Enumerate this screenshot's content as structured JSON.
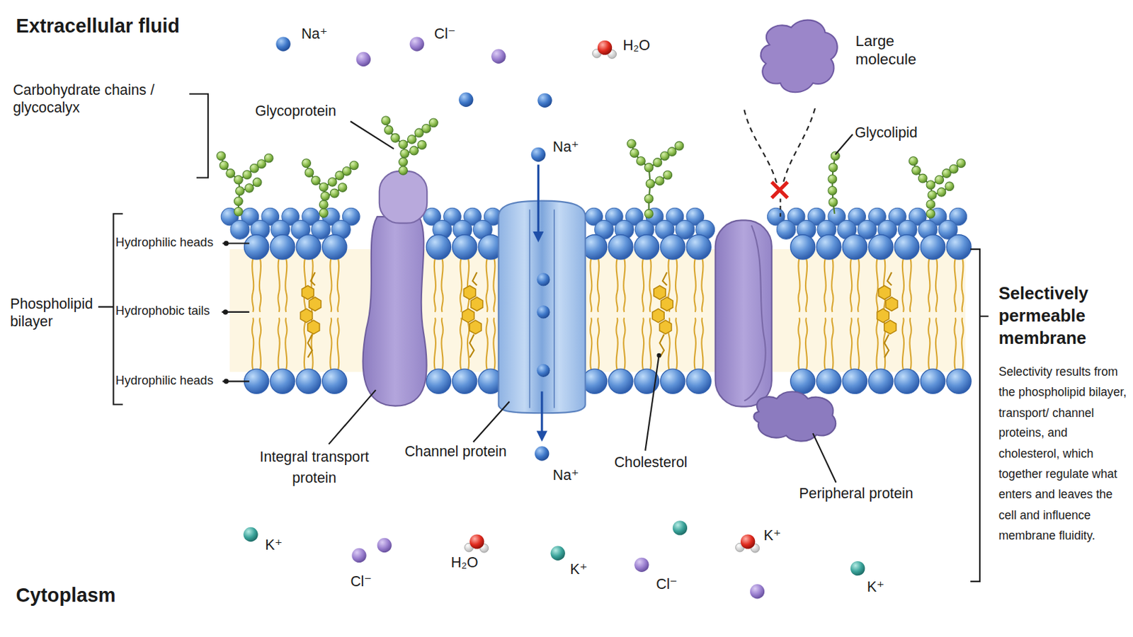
{
  "diagram": {
    "labels": [
      "Extracellular fluid",
      "Na⁺",
      "Cl⁻",
      "H₂O",
      "Large molecule",
      "Carbohydrate chains / glycocalyx",
      "Glycoprotein",
      "Na⁺",
      "Glycolipid",
      "Hydrophilic heads",
      "Phospholipid bilayer",
      "Hydrophobic tails",
      "Hydrophilic heads",
      "Selectively permeable membrane",
      "Selectivity results from the phospholipid bilayer, transport/ channel proteins, and cholesterol, which together regulate what enters and leaves the cell and influence membrane fluidity.",
      "Integral transport protein",
      "Channel protein",
      "Na⁺",
      "Cholesterol",
      "Peripheral protein",
      "K⁺",
      "Cl⁻",
      "H₂O",
      "K⁺",
      "Cl⁻",
      "K⁺",
      "K⁺",
      "Cytoplasm"
    ]
  }
}
